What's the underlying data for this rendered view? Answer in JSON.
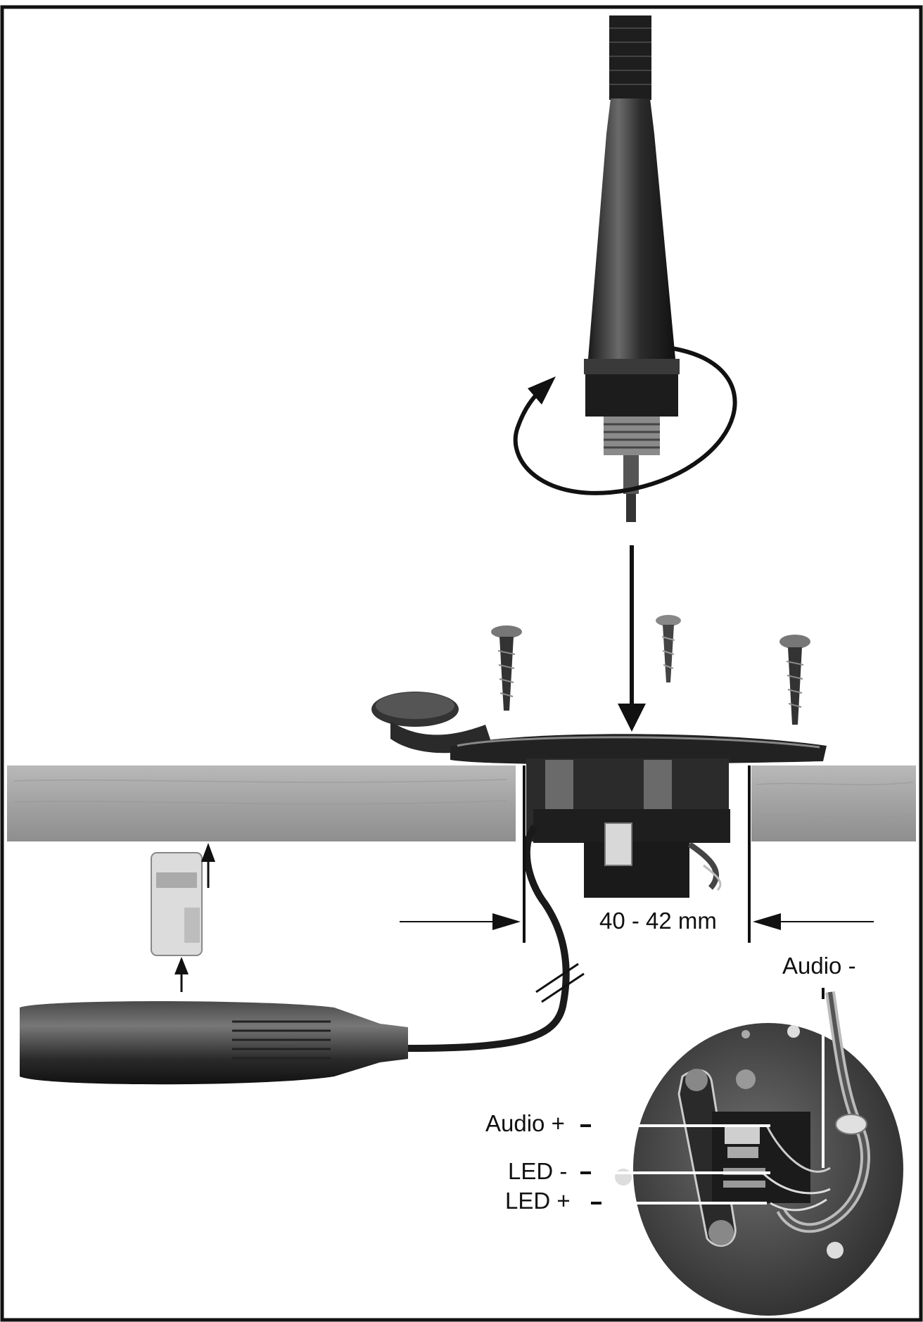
{
  "labels": {
    "dimension": "40 - 42 mm",
    "audio_minus": "Audio -",
    "audio_plus": "Audio +",
    "led_minus": "LED -",
    "led_plus": "LED +"
  },
  "icons": {
    "rotation": "rotate-arrow-icon",
    "insert": "down-arrow-icon"
  },
  "colors": {
    "frame": "#111111",
    "wood": "#a8a8a8",
    "dark_metal": "#2a2a2a",
    "plate": "#555555"
  }
}
